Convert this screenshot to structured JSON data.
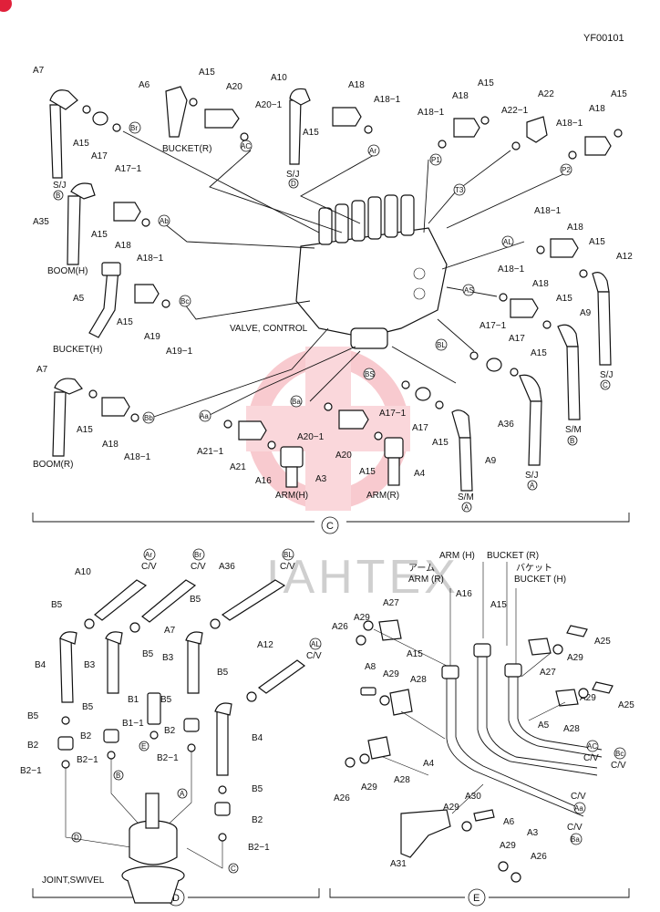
{
  "figure_code": "YF00101",
  "watermark_text": "IAHTEX",
  "sections": {
    "C": "C",
    "D": "D",
    "E": "E"
  },
  "assembly_labels": {
    "valve_control": "VALVE, CONTROL",
    "joint_swivel": "JOINT,SWIVEL",
    "bucket_r": "BUCKET(R)",
    "bucket_h": "BUCKET(H)",
    "boom_h": "BOOM(H)",
    "boom_r": "BOOM(R)",
    "arm_h": "ARM(H)",
    "arm_r": "ARM(R)",
    "sj": "S/J",
    "sm": "S/M"
  },
  "ports": {
    "Br": "Br",
    "AC": "AC",
    "Ar": "Ar",
    "Ab": "Ab",
    "Bc": "Bc",
    "Bb": "Bb",
    "Aa": "Aa",
    "Ba": "Ba",
    "BS": "BS",
    "BL": "BL",
    "AS": "AS",
    "AL": "AL",
    "P1": "P1",
    "P2": "P2",
    "T3": "T3",
    "B": "B",
    "D": "D",
    "C": "C",
    "A": "A"
  },
  "section_e_headers": {
    "arm_h": "ARM (H)",
    "bucket_r": "BUCKET (R)",
    "arm_jp": "アーム",
    "arm_r": "ARM (R)",
    "bucket_jp": "バケット",
    "bucket_h": "BUCKET (H)",
    "cv": "C/V"
  },
  "part_labels": {
    "A3": "A3",
    "A4": "A4",
    "A5": "A5",
    "A6": "A6",
    "A7": "A7",
    "A8": "A8",
    "A9": "A9",
    "A10": "A10",
    "A12": "A12",
    "A15": "A15",
    "A16": "A16",
    "A17": "A17",
    "A17_1": "A17−1",
    "A18": "A18",
    "A18_1": "A18−1",
    "A19": "A19",
    "A19_1": "A19−1",
    "A20": "A20",
    "A20_1": "A20−1",
    "A21": "A21",
    "A21_1": "A21−1",
    "A22": "A22",
    "A22_1": "A22−1",
    "A25": "A25",
    "A26": "A26",
    "A27": "A27",
    "A28": "A28",
    "A29": "A29",
    "A30": "A30",
    "A31": "A31",
    "A35": "A35",
    "A36": "A36",
    "B1": "B1",
    "B1_1": "B1−1",
    "B2": "B2",
    "B2_1": "B2−1",
    "B3": "B3",
    "B4": "B4",
    "B5": "B5"
  }
}
